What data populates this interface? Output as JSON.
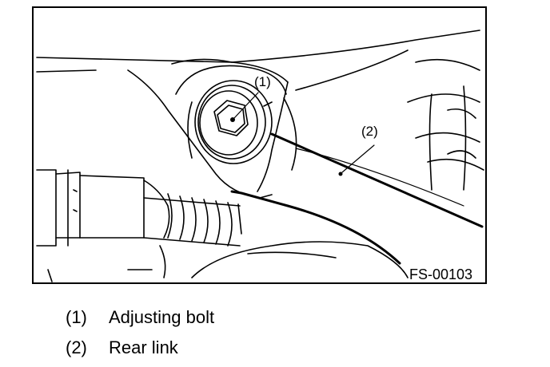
{
  "figure": {
    "code": "FS-00103",
    "callouts": [
      {
        "number": "(1)"
      },
      {
        "number": "(2)"
      }
    ]
  },
  "legend": [
    {
      "number": "(1)",
      "text": "Adjusting bolt"
    },
    {
      "number": "(2)",
      "text": "Rear link"
    }
  ]
}
